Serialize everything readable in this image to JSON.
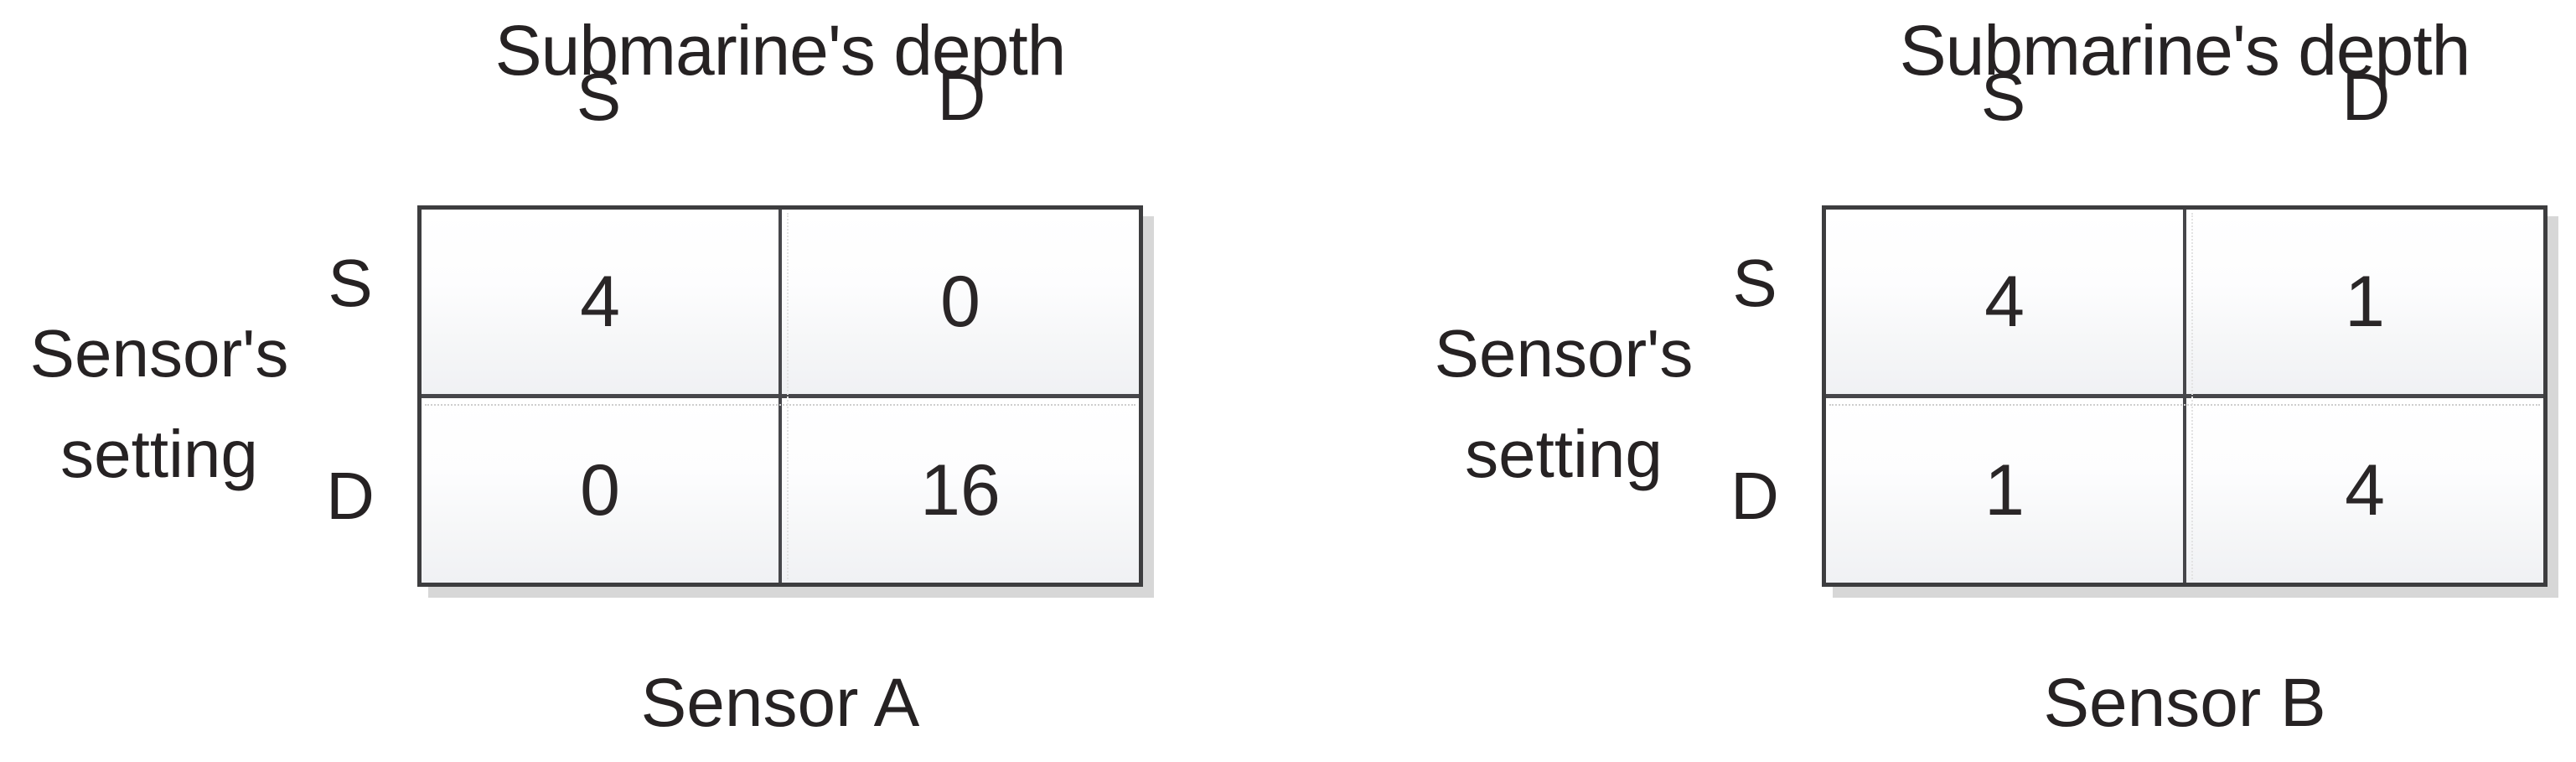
{
  "figure": {
    "background_color": "#ffffff",
    "text_color": "#262223",
    "table_border_color": "#3d3d3f",
    "cell_gradient_top": "#ffffff",
    "cell_gradient_bottom": "#f0f1f4",
    "dotted_gridline_color": "#cfcfcf",
    "shadow_color": "#d7d7d7"
  },
  "matrices": [
    {
      "col_axis_title": "Submarine's depth",
      "row_axis_title_line1": "Sensor's",
      "row_axis_title_line2": "setting",
      "col_headers": [
        "S",
        "D"
      ],
      "row_headers": [
        "S",
        "D"
      ],
      "cells": [
        [
          "4",
          "0"
        ],
        [
          "0",
          "16"
        ]
      ],
      "caption": "Sensor A"
    },
    {
      "col_axis_title": "Submarine's depth",
      "row_axis_title_line1": "Sensor's",
      "row_axis_title_line2": "setting",
      "col_headers": [
        "S",
        "D"
      ],
      "row_headers": [
        "S",
        "D"
      ],
      "cells": [
        [
          "4",
          "1"
        ],
        [
          "1",
          "4"
        ]
      ],
      "caption": "Sensor B"
    }
  ]
}
